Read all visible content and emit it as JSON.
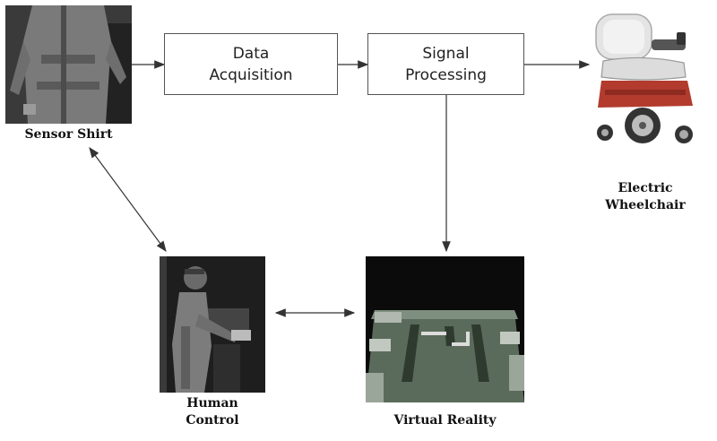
{
  "boxes": {
    "data_acquisition": {
      "line1": "Data",
      "line2": "Acquisition"
    },
    "signal_processing": {
      "line1": "Signal",
      "line2": "Processing"
    }
  },
  "captions": {
    "sensor_shirt": "Sensor Shirt",
    "electric_wheelchair": {
      "line1": "Electric",
      "line2": "Wheelchair"
    },
    "human_control": {
      "line1": "Human",
      "line2": "Control"
    },
    "virtual_reality": "Virtual Reality"
  }
}
